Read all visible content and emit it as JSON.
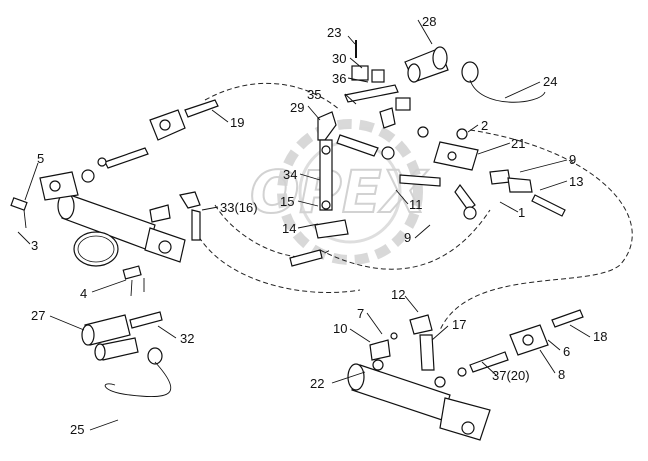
{
  "watermark": "OPEX",
  "callouts": [
    "23",
    "28",
    "30",
    "36",
    "24",
    "35",
    "29",
    "19",
    "2",
    "5",
    "21",
    "9",
    "34",
    "13",
    "15",
    "33(16)",
    "11",
    "1",
    "14",
    "9",
    "3",
    "4",
    "12",
    "27",
    "7",
    "17",
    "10",
    "32",
    "18",
    "6",
    "37(20)",
    "8",
    "22",
    "25"
  ]
}
